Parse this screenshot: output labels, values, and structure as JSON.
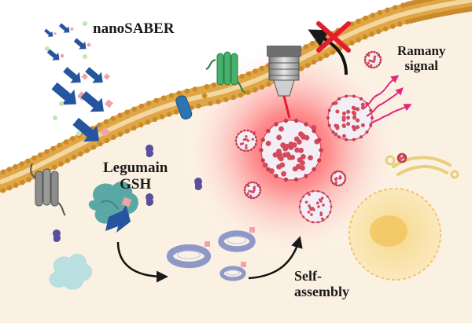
{
  "labels": {
    "nanosaber": "nanoSABER",
    "legumain": "Legumain",
    "gsh": "GSH",
    "raman_line1": "Ramany",
    "raman_line2": "signal",
    "self_line1": "Self-",
    "self_line2": "assembly"
  },
  "colors": {
    "background": "#fbf1e3",
    "membrane": "#e0a544",
    "probe_arrow": "#24559e",
    "probe_tag": "#f0a4a8",
    "nanoparticle": "#d24a5c",
    "laser": "#e21e2e",
    "transporter_green": "#47b06a",
    "channel_blue": "#2d74b2",
    "receptor_grey": "#8c8c8c",
    "enzyme_teal": "#5aa8a6",
    "gsh_purple": "#5a4e9e",
    "ring": "#8e99c7",
    "forbidden_cross": "#e21e2e"
  },
  "icons": [
    "microscope-objective-icon",
    "forbidden-cross-icon",
    "nucleus-icon",
    "golgi-icon"
  ]
}
